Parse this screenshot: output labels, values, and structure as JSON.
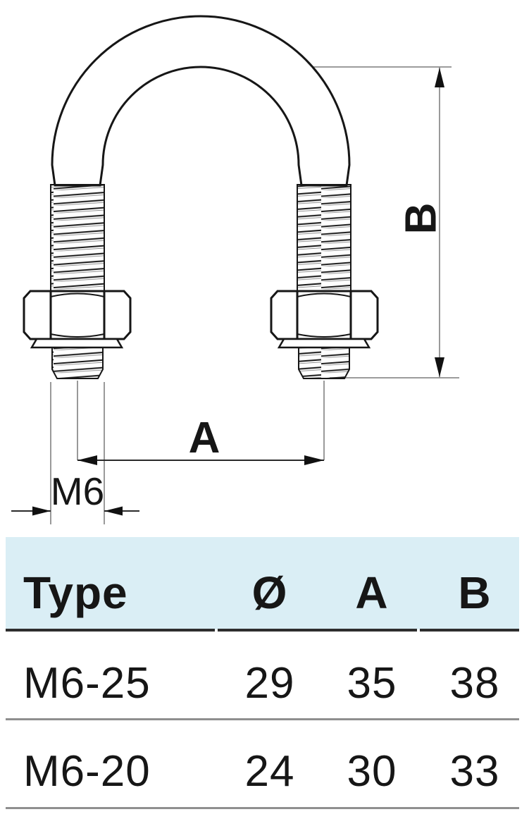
{
  "diagram": {
    "dim_span_label": "A",
    "dim_height_label": "B",
    "thread_label": "M6"
  },
  "table": {
    "columns": [
      "Type",
      "Ø",
      "A",
      "B"
    ],
    "rows": [
      [
        "M6-25",
        "29",
        "35",
        "38"
      ],
      [
        "M6-20",
        "24",
        "30",
        "33"
      ]
    ],
    "header_bg": "#daeef5",
    "header_rule_color": "#2e2e2e",
    "row_rule_color": "#8f8f8f"
  }
}
